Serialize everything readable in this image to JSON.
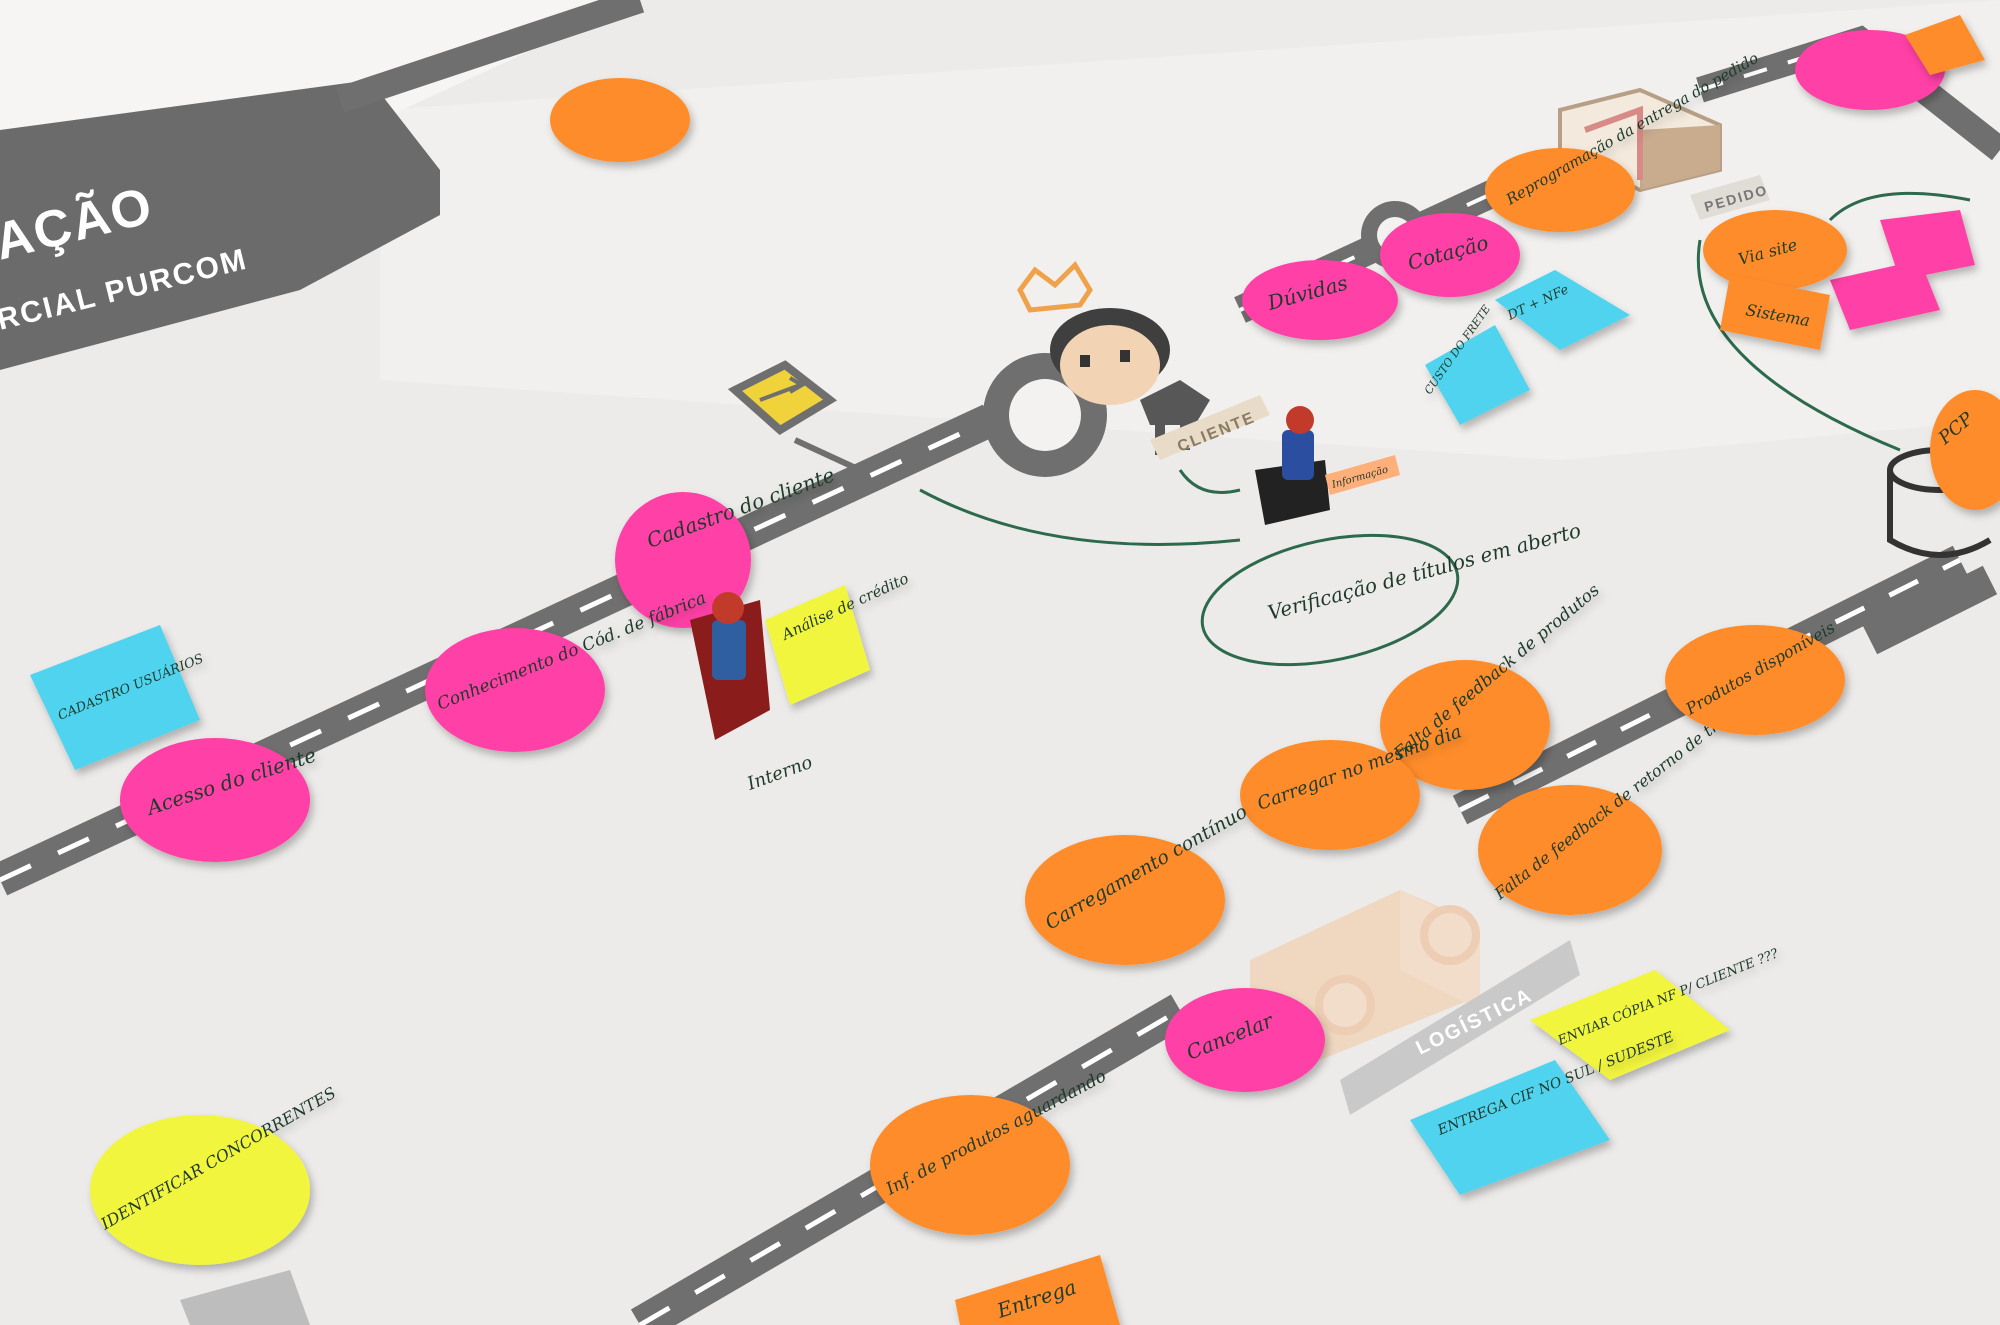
{
  "banner": {
    "title": "AÇÃO",
    "subtitle_prefix": "RCIAL ",
    "subtitle_brand": "PURCOM"
  },
  "labels": {
    "cliente": "CLIENTE",
    "pedido": "PEDIDO",
    "logistica": "LOGÍSTICA"
  },
  "notes": {
    "pink_cadastro": "Cadastro do cliente",
    "pink_conhecimento": "Conhecimento do Cód. de fábrica",
    "pink_acesso": "Acesso do cliente",
    "pink_duvidas": "Dúvidas",
    "pink_cotacao": "Cotação",
    "pink_top_right": "",
    "pink_cancelar": "Cancelar",
    "orange_reprogramar": "Reprogramação da entrega do pedido",
    "orange_falta_feedback_produtos": "Falta de feedback de produtos",
    "orange_falta_feedback_retorno": "Falta de feedback de retorno de transportadora",
    "orange_carregamento_mesmo_dia": "Carregar no mesmo dia",
    "orange_carregamento_continuo": "Carregamento contínuo",
    "orange_produtos_disponiveis": "Produtos disponíveis",
    "orange_info_produtos": "Inf. de produtos aguardando",
    "orange_via_site": "Via site",
    "orange_sistema": "Sistema",
    "orange_pcp": "PCP",
    "orange_bottom": "Entrega",
    "yellow_analise_credito": "Análise de crédito",
    "yellow_enviar_copia": "ENVIAR CÓPIA NF P/ CLIENTE ???",
    "yellow_identificar": "IDENTIFICAR CONCORRENTES",
    "blue_cadastro_usuarios": "CADASTRO USUÁRIOS",
    "blue_dt": "DT + NFe",
    "blue_custo_frete": "CUSTO DO FRETE",
    "blue_entrega_cif": "ENTREGA CIF NO SUL / SUDESTE",
    "green_verificacao": "Verificação de títulos em aberto",
    "green_interno": "Interno",
    "lego_tag": "Informação"
  },
  "colors": {
    "board": "#ecebe9",
    "road": "#6f6f6f",
    "banner": "#6b6b6b",
    "pink": "#ff3fa6",
    "orange": "#ff8c2a",
    "yellow": "#f2f53c",
    "blue": "#4fd3ee",
    "marker": "#2c6a4b"
  },
  "icons": [
    "crown-icon",
    "traffic-sign-icon",
    "box-icon",
    "truck-icon",
    "roundabout-icon",
    "lego-figure-icon"
  ]
}
